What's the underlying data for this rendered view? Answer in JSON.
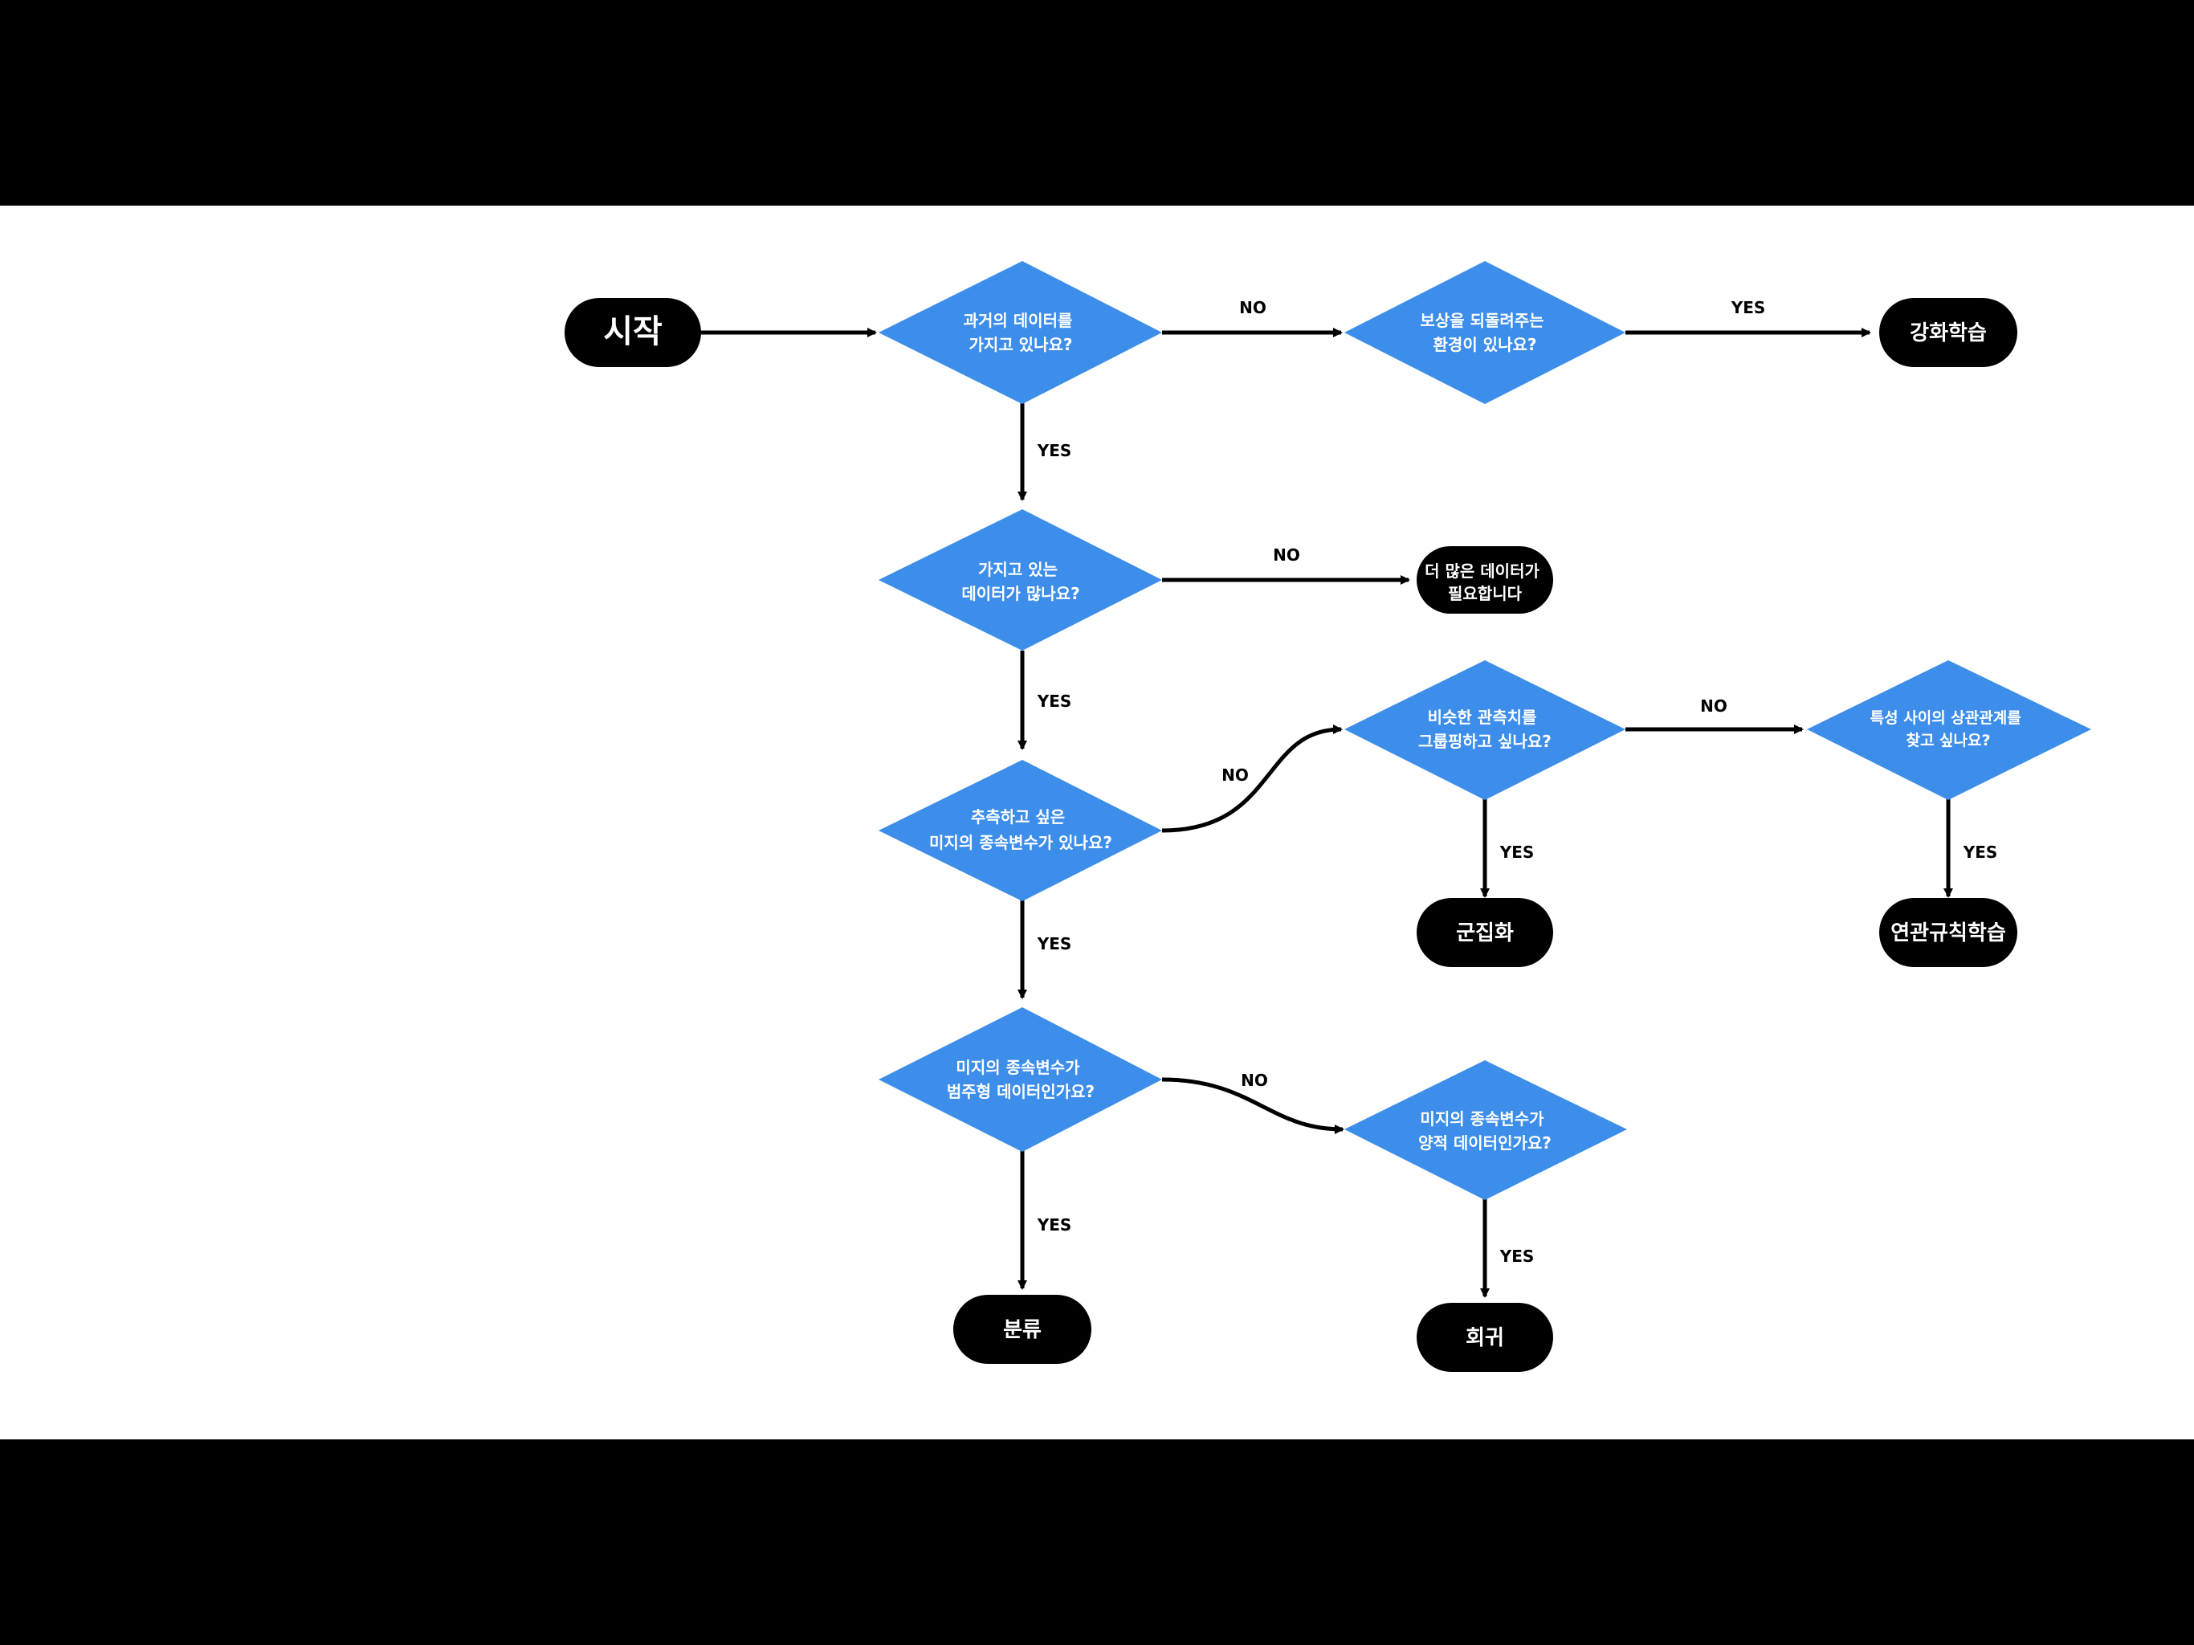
{
  "colors": {
    "decision": "#3d8eea",
    "terminal": "#000000",
    "background": "#ffffff",
    "frame": "#000000"
  },
  "nodes": {
    "start": "시작",
    "has_past_data": [
      "과거의 데이터를",
      "가지고 있나요?"
    ],
    "has_reward_env": [
      "보상을 되돌려주는",
      "환경이 있나요?"
    ],
    "reinforcement_learning": "강화학습",
    "has_enough_data": [
      "가지고 있는",
      "데이터가 많나요?"
    ],
    "need_more_data": [
      "더 많은 데이터가",
      "필요합니다"
    ],
    "has_target_variable": [
      "추측하고 싶은",
      "미지의 종속변수가 있나요?"
    ],
    "group_similar": [
      "비슷한 관측치를",
      "그룹핑하고 싶나요?"
    ],
    "find_correlation": [
      "특성 사이의 상관관계를",
      "찾고 싶나요?"
    ],
    "clustering": "군집화",
    "association_rules": "연관규칙학습",
    "is_categorical": [
      "미지의 종속변수가",
      "범주형 데이터인가요?"
    ],
    "is_quantitative": [
      "미지의 종속변수가",
      "양적 데이터인가요?"
    ],
    "classification": "분류",
    "regression": "회귀"
  },
  "edge_labels": {
    "past_no": "NO",
    "reward_yes": "YES",
    "past_yes": "YES",
    "enough_no": "NO",
    "enough_yes": "YES",
    "target_no": "NO",
    "group_no": "NO",
    "group_yes": "YES",
    "correlation_yes": "YES",
    "target_yes": "YES",
    "categorical_no": "NO",
    "categorical_yes": "YES",
    "quantitative_yes": "YES"
  }
}
